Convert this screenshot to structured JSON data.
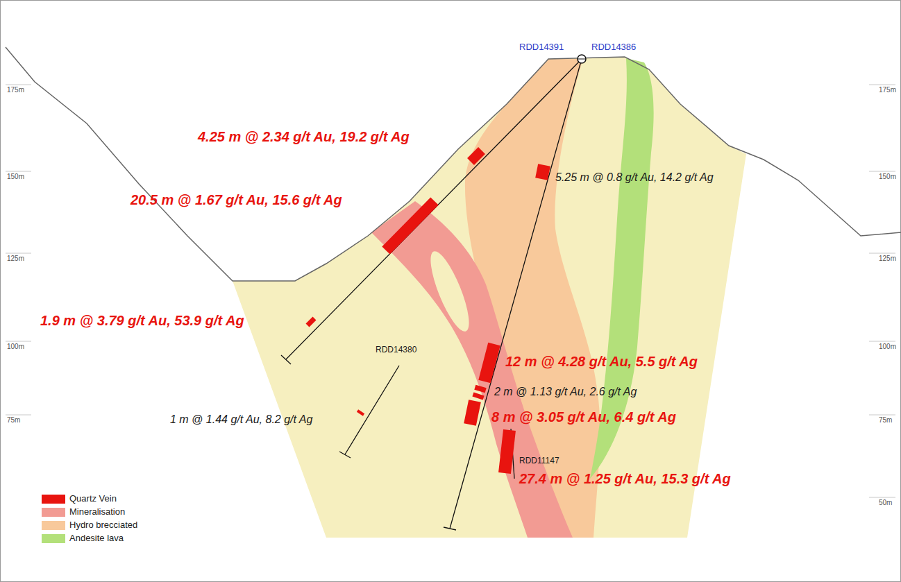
{
  "diagram": {
    "labels": [
      "RDD14391",
      "RDD14386",
      "175m",
      "150m",
      "125m",
      "100m",
      "75m",
      "175m",
      "150m",
      "125m",
      "100m",
      "75m",
      "50m",
      "4.25 m @ 2.34 g/t Au, 19.2 g/t Ag",
      "5.25 m @ 0.8 g/t Au, 14.2 g/t Ag",
      "20.5 m @ 1.67 g/t Au, 15.6 g/t Ag",
      "1.9 m @ 3.79 g/t Au, 53.9 g/t Ag",
      "RDD14380",
      "12 m @ 4.28 g/t Au, 5.5 g/t Ag",
      "2 m @ 1.13 g/t Au, 2.6 g/t Ag",
      "1 m @ 1.44 g/t Au, 8.2 g/t Ag",
      "8 m @ 3.05 g/t Au, 6.4 g/t Ag",
      "RDD11147",
      "27.4 m @ 1.25 g/t Au, 15.3 g/t Ag"
    ],
    "legend": [
      {
        "text": "Quartz Vein",
        "color": "#e8140f"
      },
      {
        "text": "Mineralisation",
        "color": "#f29b93"
      },
      {
        "text": "Hydro brecciated",
        "color": "#f8c99b"
      },
      {
        "text": "Andesite lava",
        "color": "#b3e07a"
      }
    ]
  }
}
